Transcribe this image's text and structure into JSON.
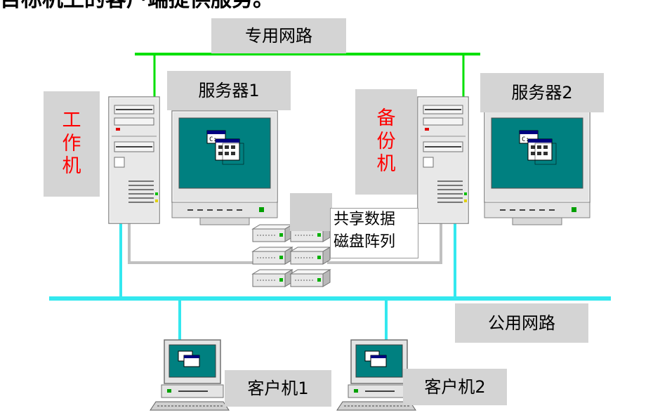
{
  "top_text": "目标机上的客户端提供服务。",
  "network": {
    "private_label": "专用网路",
    "public_label": "公用网路"
  },
  "nodes": {
    "server1_label": "服务器1",
    "server2_label": "服务器2",
    "workstation_label": [
      "工",
      "作",
      "机"
    ],
    "backup_label": [
      "备",
      "份",
      "机"
    ],
    "storage_label_line1": "共享数据",
    "storage_label_line2": "磁盘阵列",
    "client1_label": "客户机1",
    "client2_label": "客户机2"
  },
  "colors": {
    "private_link": "#00e000",
    "public_link": "#33e8ef",
    "storage_link": "#c0c0c0",
    "label_bg": "#d4d4d4",
    "machine_label": "#ff0000",
    "screen": "#008080"
  }
}
